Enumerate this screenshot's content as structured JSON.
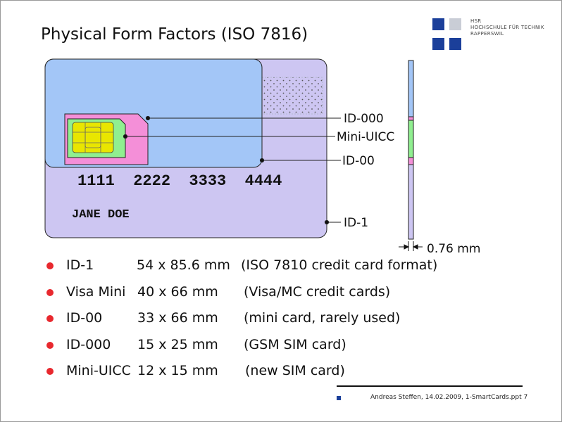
{
  "title": "Physical Form Factors  (ISO 7816)",
  "logo": {
    "lines": [
      "HSR",
      "HOCHSCHULE FÜR TECHNIK",
      "RAPPERSWIL"
    ],
    "color": "#1b3f9a"
  },
  "card": {
    "number": "1111  2222  3333  4444",
    "holder": "JANE DOE"
  },
  "callouts": {
    "id000": "ID-000",
    "mini_uicc": "Mini-UICC",
    "id00": "ID-00",
    "id1": "ID-1",
    "thickness": "0.76 mm"
  },
  "formats": [
    {
      "name": "ID-1",
      "dims": "54 x 85.6 mm",
      "desc": "(ISO 7810 credit card format)"
    },
    {
      "name": "Visa Mini",
      "dims": "40 x 66 mm",
      "desc": "(Visa/MC credit cards)"
    },
    {
      "name": "ID-00",
      "dims": "33 x 66 mm",
      "desc": "(mini card, rarely used)"
    },
    {
      "name": "ID-000",
      "dims": "15 x 25 mm",
      "desc": "(GSM SIM card)"
    },
    {
      "name": "Mini-UICC",
      "dims": "12 x 15 mm",
      "desc": "(new SIM card)"
    }
  ],
  "footer": "Andreas Steffen, 14.02.2009, 1-SmartCards.ppt 7",
  "colors": {
    "id1_card": "#cdc6f2",
    "id00_card": "#a3c6f7",
    "sim": "#f48fd8",
    "mini_uicc": "#90ef90",
    "chip": "#e9e600",
    "bullet": "#e8282e"
  }
}
